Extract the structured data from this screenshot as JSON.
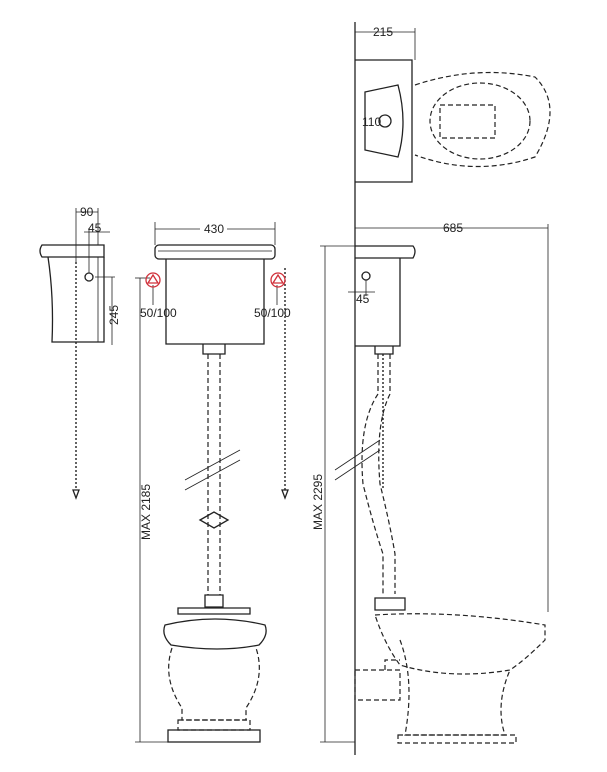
{
  "dimensions": {
    "side_depth": "90",
    "side_offset": "45",
    "side_height": "245",
    "front_width": "430",
    "inlet_left": "50/100",
    "inlet_right": "50/100",
    "top_depth": "215",
    "top_outlet": "110",
    "projection": "685",
    "side2_offset": "45",
    "max_height_front": "MAX 2185",
    "max_height_side": "MAX 2295"
  },
  "colors": {
    "line": "#222222",
    "inlet_marker": "#d0303a"
  }
}
